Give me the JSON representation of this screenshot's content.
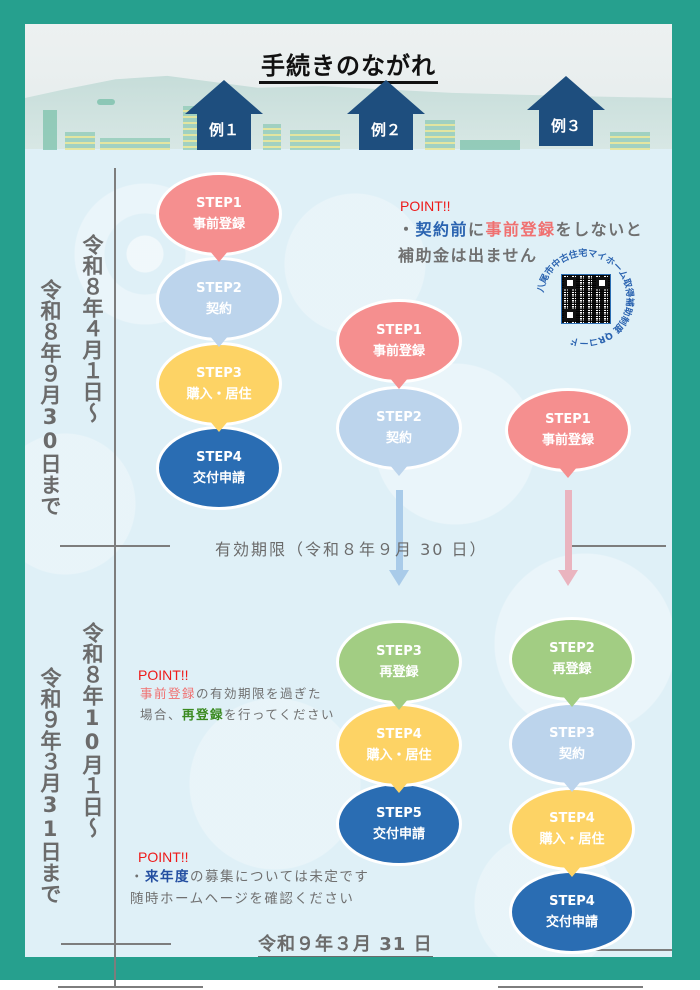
{
  "title": "手続きのながれ",
  "houses": [
    {
      "label": "例１"
    },
    {
      "label": "例２"
    },
    {
      "label": "例３"
    }
  ],
  "periods": [
    {
      "start": "令和８年４月１日〜",
      "end": "令和８年９月30日まで"
    },
    {
      "start": "令和８年10月１日〜",
      "end": "令和９年３月31日まで"
    }
  ],
  "example1": {
    "steps": [
      {
        "step": "STEP1",
        "label": "事前登録",
        "color": "#f58f8f"
      },
      {
        "step": "STEP2",
        "label": "契約",
        "color": "#bcd4ec"
      },
      {
        "step": "STEP3",
        "label": "購入・居住",
        "color": "#fdd365"
      },
      {
        "step": "STEP4",
        "label": "交付申請",
        "color": "#2a6db3"
      }
    ]
  },
  "example2": {
    "steps_before": [
      {
        "step": "STEP1",
        "label": "事前登録",
        "color": "#f58f8f"
      },
      {
        "step": "STEP2",
        "label": "契約",
        "color": "#bcd4ec"
      }
    ],
    "steps_after": [
      {
        "step": "STEP3",
        "label": "再登録",
        "color": "#a2cd83"
      },
      {
        "step": "STEP4",
        "label": "購入・居住",
        "color": "#fdd365"
      },
      {
        "step": "STEP5",
        "label": "交付申請",
        "color": "#2a6db3"
      }
    ]
  },
  "example3": {
    "steps_before": [
      {
        "step": "STEP1",
        "label": "事前登録",
        "color": "#f58f8f"
      }
    ],
    "steps_after": [
      {
        "step": "STEP2",
        "label": "再登録",
        "color": "#a2cd83"
      },
      {
        "step": "STEP3",
        "label": "契約",
        "color": "#bcd4ec"
      },
      {
        "step": "STEP4",
        "label": "購入・居住",
        "color": "#fdd365"
      },
      {
        "step": "STEP4",
        "label": "交付申請",
        "color": "#2a6db3"
      }
    ]
  },
  "points": [
    {
      "label": "POINT!!",
      "line1_prefix": "・",
      "line1_blue": "契約前",
      "line1_mid": "に",
      "line1_pink": "事前登録",
      "line1_suffix": "をしないと",
      "line2": "補助金は出ません"
    },
    {
      "label": "POINT!!",
      "line1_pink": "事前登録",
      "line1_suffix": "の有効期限を過ぎた",
      "line2_prefix": "場合、",
      "line2_green": "再登録",
      "line2_suffix": "を行ってください"
    },
    {
      "label": "POINT!!",
      "line1_prefix": "・",
      "line1_navy": "来年度",
      "line1_suffix": "の募集については未定です",
      "line2": "随時ホームヘージを確認ください"
    }
  ],
  "deadline": "有効期限（令和８年９月 30 日）",
  "final_date": "令和９年３月 31 日",
  "qr": {
    "caption": "八尾市中古住宅マイホーム取得補助制度 QRコード"
  },
  "colors": {
    "frame": "#26a08e",
    "house": "#1e4e7e",
    "point_red": "#ee1a1a"
  }
}
